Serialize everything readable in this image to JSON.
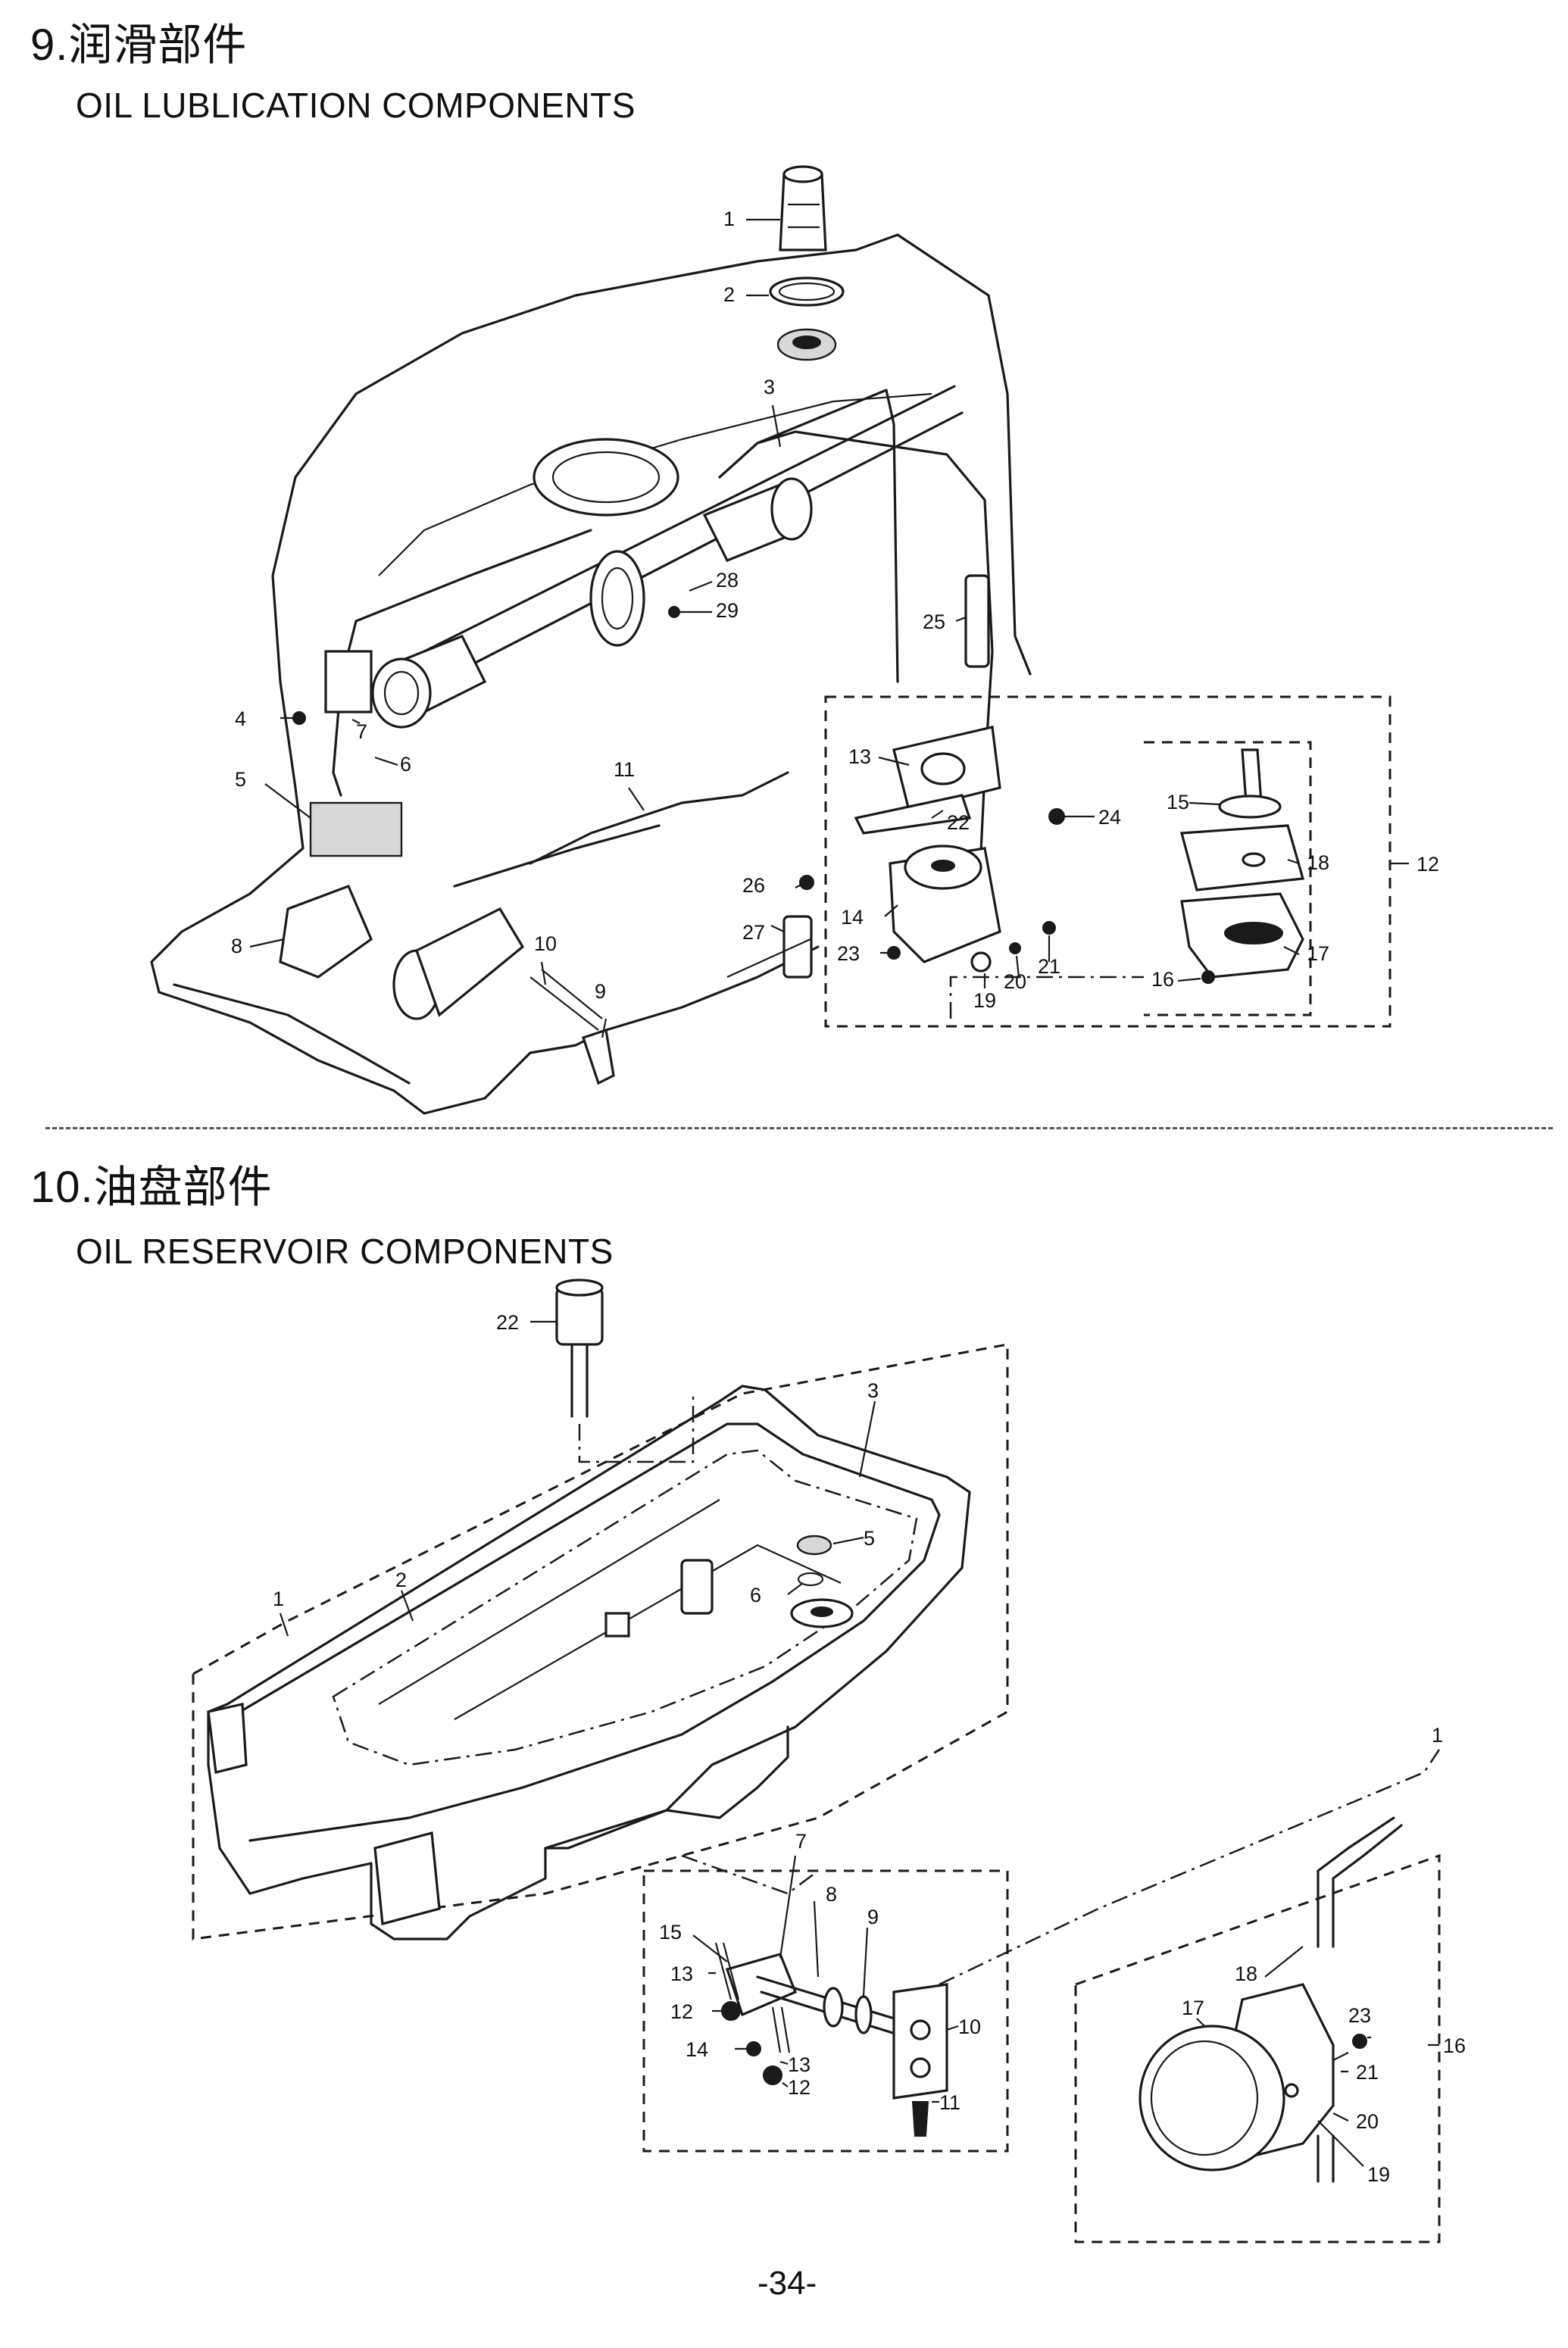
{
  "section9": {
    "title_cn": "9.润滑部件",
    "title_en": "OIL LUBLICATION COMPONENTS",
    "labels": [
      "1",
      "2",
      "3",
      "4",
      "5",
      "6",
      "7",
      "8",
      "9",
      "10",
      "11",
      "12",
      "13",
      "14",
      "15",
      "16",
      "17",
      "18",
      "19",
      "20",
      "21",
      "22",
      "23",
      "24",
      "25",
      "26",
      "27",
      "28",
      "29"
    ]
  },
  "section10": {
    "title_cn": "10.油盘部件",
    "title_en": "OIL RESERVOIR COMPONENTS",
    "labels": [
      "1",
      "2",
      "3",
      "5",
      "6",
      "7",
      "8",
      "9",
      "10",
      "11",
      "12",
      "12",
      "13",
      "13",
      "14",
      "15",
      "16",
      "17",
      "18",
      "19",
      "20",
      "21",
      "22",
      "23",
      "1"
    ]
  },
  "page_number": "-34-"
}
